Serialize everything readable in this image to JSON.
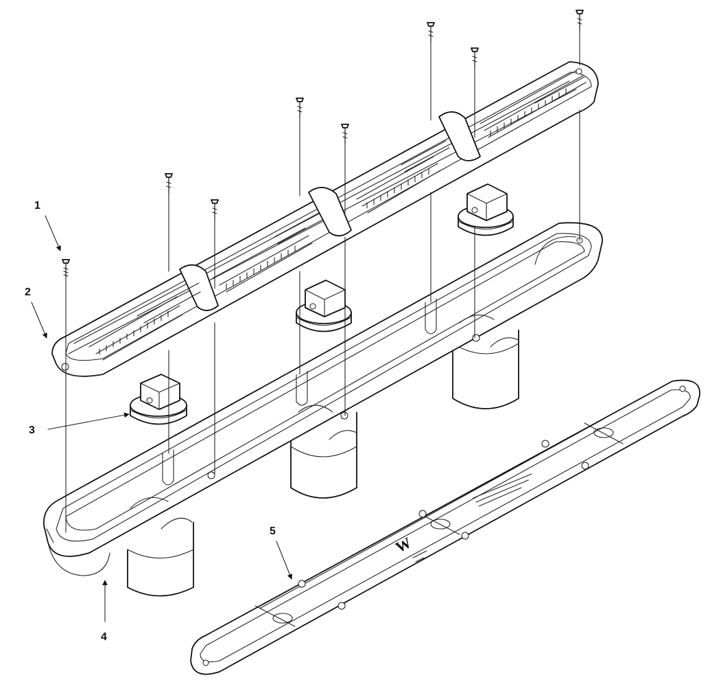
{
  "callouts": [
    {
      "id": "1",
      "label": "1"
    },
    {
      "id": "2",
      "label": "2"
    },
    {
      "id": "3",
      "label": "3"
    },
    {
      "id": "4",
      "label": "4"
    },
    {
      "id": "5",
      "label": "5"
    }
  ],
  "logo_text": "W"
}
